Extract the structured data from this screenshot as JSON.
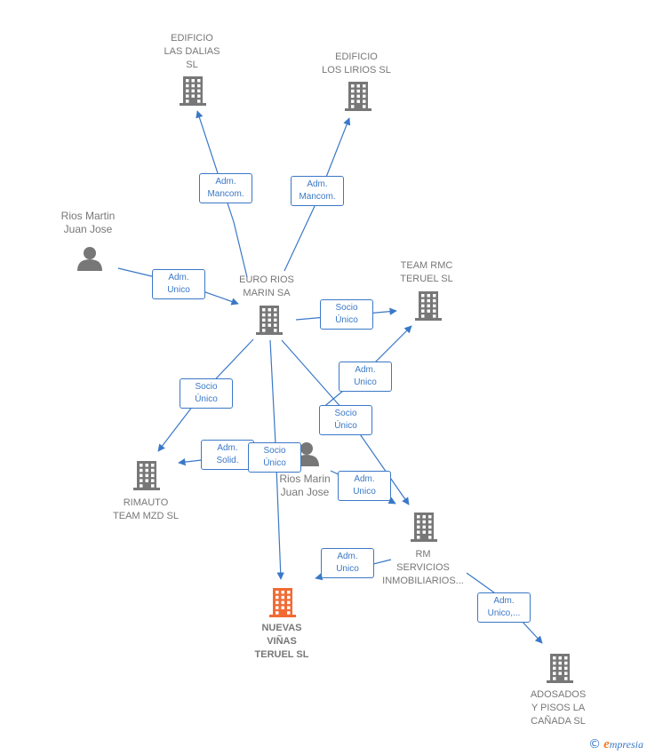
{
  "colors": {
    "edge": "#3a78c7",
    "company": "#777777",
    "focus": "#f26a33",
    "text": "#777777"
  },
  "nodes": [
    {
      "id": "las_dalias",
      "type": "company",
      "label": "EDIFICIO\nLAS DALIAS\nSL"
    },
    {
      "id": "los_lirios",
      "type": "company",
      "label": "EDIFICIO\nLOS LIRIOS  SL"
    },
    {
      "id": "rios_martin",
      "type": "person",
      "label": "Rios Martin\nJuan Jose"
    },
    {
      "id": "euro_rios",
      "type": "company",
      "label": "EURO RIOS\nMARIN SA"
    },
    {
      "id": "team_rmc",
      "type": "company",
      "label": "TEAM RMC\nTERUEL  SL"
    },
    {
      "id": "rimauto",
      "type": "company",
      "label": "RIMAUTO\nTEAM MZD SL"
    },
    {
      "id": "rios_marin",
      "type": "person",
      "label": "Rios Marin\nJuan Jose"
    },
    {
      "id": "rm_servicios",
      "type": "company",
      "label": "RM\nSERVICIOS\nINMOBILIARIOS..."
    },
    {
      "id": "nuevas_vinas",
      "type": "focus",
      "label": "NUEVAS\nVIÑAS\nTERUEL  SL"
    },
    {
      "id": "adosados",
      "type": "company",
      "label": "ADOSADOS\nY PISOS LA\nCAÑADA SL"
    }
  ],
  "edges": [
    {
      "from": "euro_rios",
      "to": "las_dalias",
      "label": "Adm.\nMancom."
    },
    {
      "from": "euro_rios",
      "to": "los_lirios",
      "label": "Adm.\nMancom."
    },
    {
      "from": "rios_martin",
      "to": "euro_rios",
      "label": "Adm.\nUnico"
    },
    {
      "from": "euro_rios",
      "to": "team_rmc",
      "label": "Socio\nÚnico"
    },
    {
      "from": "rios_marin",
      "to": "team_rmc",
      "label": "Adm.\nUnico"
    },
    {
      "from": "euro_rios",
      "to": "rimauto",
      "label": "Socio\nÚnico"
    },
    {
      "from": "rios_marin",
      "to": "rimauto",
      "label": "Adm.\nSolid."
    },
    {
      "from": "euro_rios",
      "to": "nuevas_vinas",
      "label": "Socio\nÚnico"
    },
    {
      "from": "euro_rios",
      "to": "rm_servicios",
      "label": "Socio\nÚnico"
    },
    {
      "from": "rios_marin",
      "to": "rm_servicios",
      "label": "Adm.\nUnico"
    },
    {
      "from": "rm_servicios",
      "to": "nuevas_vinas",
      "label": "Adm.\nUnico"
    },
    {
      "from": "rm_servicios",
      "to": "adosados",
      "label": "Adm.\nUnico,..."
    }
  ],
  "brand": {
    "copyright": "©",
    "first_letter": "e",
    "rest": "mpresia"
  }
}
